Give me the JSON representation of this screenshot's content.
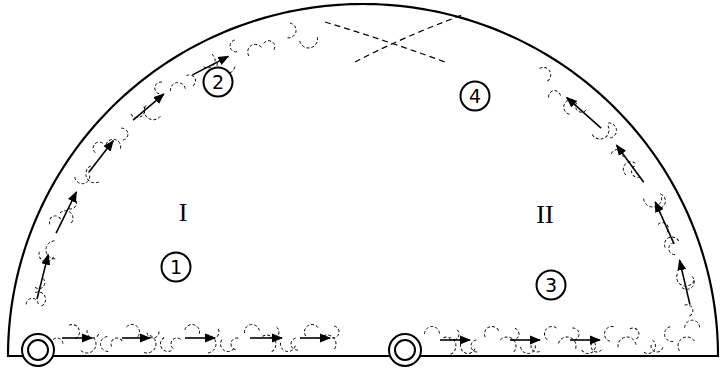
{
  "diagram": {
    "nodes": [
      {
        "text": [
          "1"
        ]
      },
      {
        "text": [
          "2"
        ]
      },
      {
        "text": [
          "3"
        ]
      },
      {
        "text": [
          "4"
        ]
      }
    ],
    "labels": [
      "I",
      "II"
    ]
  }
}
